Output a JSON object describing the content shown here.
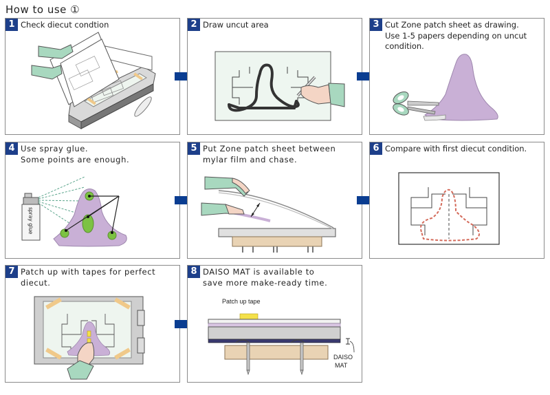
{
  "title": "How to use ①",
  "colors": {
    "number_badge": "#1d3f8a",
    "arrow": "#0a3d91",
    "patch_purple": "#c9b0d6",
    "mint": "#a8d8bf",
    "glue_green": "#7cc243",
    "dashed_red": "#d46a5a",
    "tan": "#e9d3b4",
    "tape": "#f0c98a"
  },
  "steps": [
    {
      "num": "1",
      "lines": [
        "Check diecut condtion"
      ]
    },
    {
      "num": "2",
      "lines": [
        "Draw uncut area"
      ]
    },
    {
      "num": "3",
      "lines": [
        "Cut Zone patch sheet as drawing.",
        "Use 1-5 papers depending on uncut",
        "condition."
      ]
    },
    {
      "num": "4",
      "lines": [
        "Use spray glue.",
        "Some points are enough."
      ]
    },
    {
      "num": "5",
      "lines": [
        "Put Zone patch sheet between",
        "mylar film and chase."
      ]
    },
    {
      "num": "6",
      "lines": [
        "Compare with first diecut condition."
      ]
    },
    {
      "num": "7",
      "lines": [
        "Patch up with tapes for perfect",
        "diecut."
      ]
    },
    {
      "num": "8",
      "lines": [
        "DAISO MAT is available to",
        "save more make-ready time."
      ]
    }
  ],
  "labels": {
    "spray_glue": "spray glue",
    "patch_up_tape": "Patch up tape",
    "daiso_mat_line1": "DAISO",
    "daiso_mat_line2": "MAT"
  }
}
